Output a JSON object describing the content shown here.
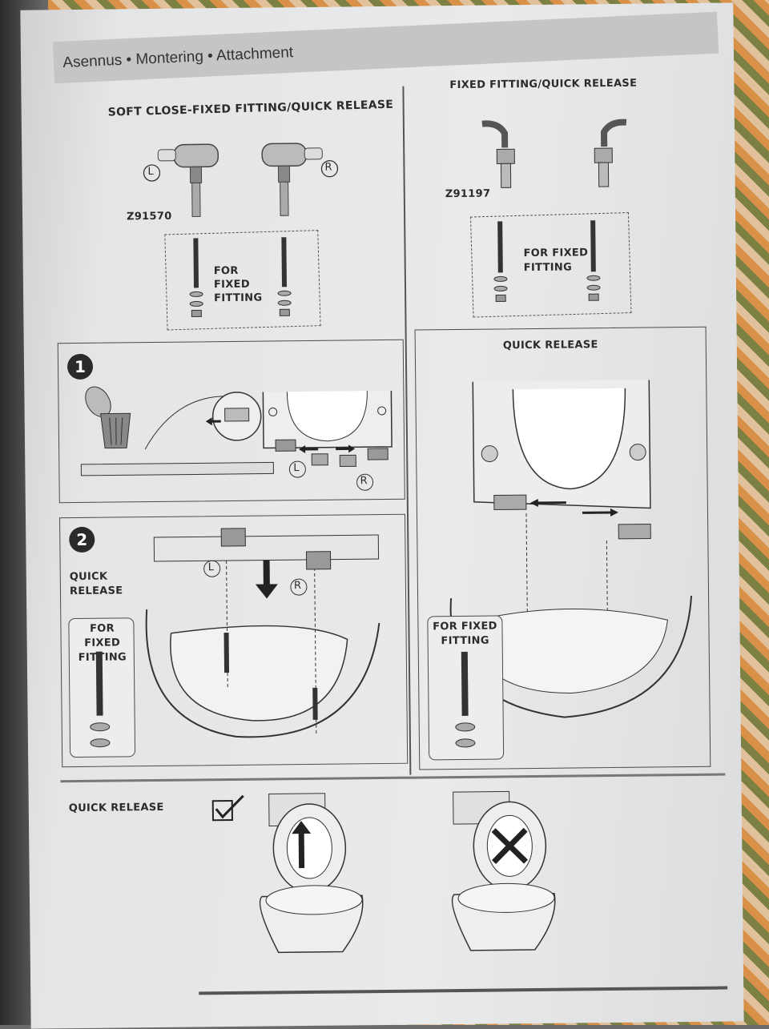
{
  "header": {
    "title": "Asennus • Montering • Attachment"
  },
  "left_top": {
    "title": "SOFT CLOSE-FIXED FITTING/QUICK RELEASE",
    "part_code": "Z91570",
    "left_tag": "L",
    "right_tag": "R",
    "fixed_label": "FOR FIXED FITTING"
  },
  "right_top": {
    "title": "FIXED FITTING/QUICK RELEASE",
    "part_code": "Z91197",
    "fixed_label": "FOR FIXED FITTING"
  },
  "step1": {
    "number": "1",
    "left_tag": "L",
    "right_tag": "R"
  },
  "step2": {
    "number": "2",
    "quick_release": "QUICK RELEASE",
    "fixed_label": "FOR FIXED FITTING",
    "left_tag": "L",
    "right_tag": "R"
  },
  "right_panel": {
    "title": "QUICK RELEASE",
    "fixed_label": "FOR FIXED FITTING"
  },
  "bottom": {
    "title": "QUICK RELEASE",
    "ok_icon": "checkmark-icon",
    "wrong_icon": "cross-icon"
  }
}
